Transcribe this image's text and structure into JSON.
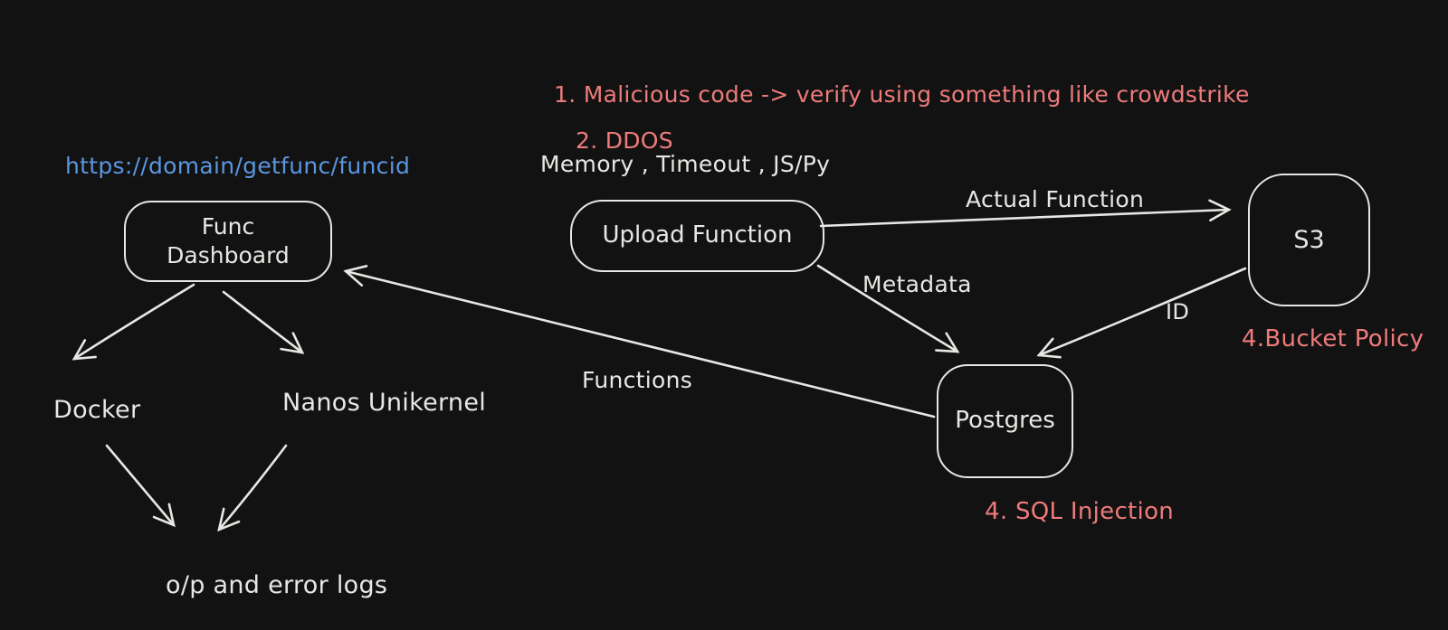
{
  "theme": {
    "background": "#131212",
    "stroke": "#e9e7e4",
    "red": "#ee7b7b",
    "blue": "#5b96e0"
  },
  "notes": {
    "malicious": "1. Malicious code -> verify using something like crowdstrike",
    "ddos": "2. DDOS",
    "constraints": "Memory , Timeout , JS/Py",
    "url": "https://domain/getfunc/funcid",
    "bucket_policy": "4.Bucket Policy",
    "sql_injection": "4. SQL Injection"
  },
  "nodes": {
    "func_dashboard": {
      "label": "Func\nDashboard"
    },
    "upload_function": {
      "label": "Upload Function"
    },
    "s3": {
      "label": "S3"
    },
    "postgres": {
      "label": "Postgres"
    }
  },
  "labels": {
    "docker": "Docker",
    "nanos_unikernel": "Nanos Unikernel",
    "output_logs": "o/p and error logs"
  },
  "edge_labels": {
    "actual_function": "Actual Function",
    "metadata": "Metadata",
    "id": "ID",
    "functions": "Functions"
  }
}
